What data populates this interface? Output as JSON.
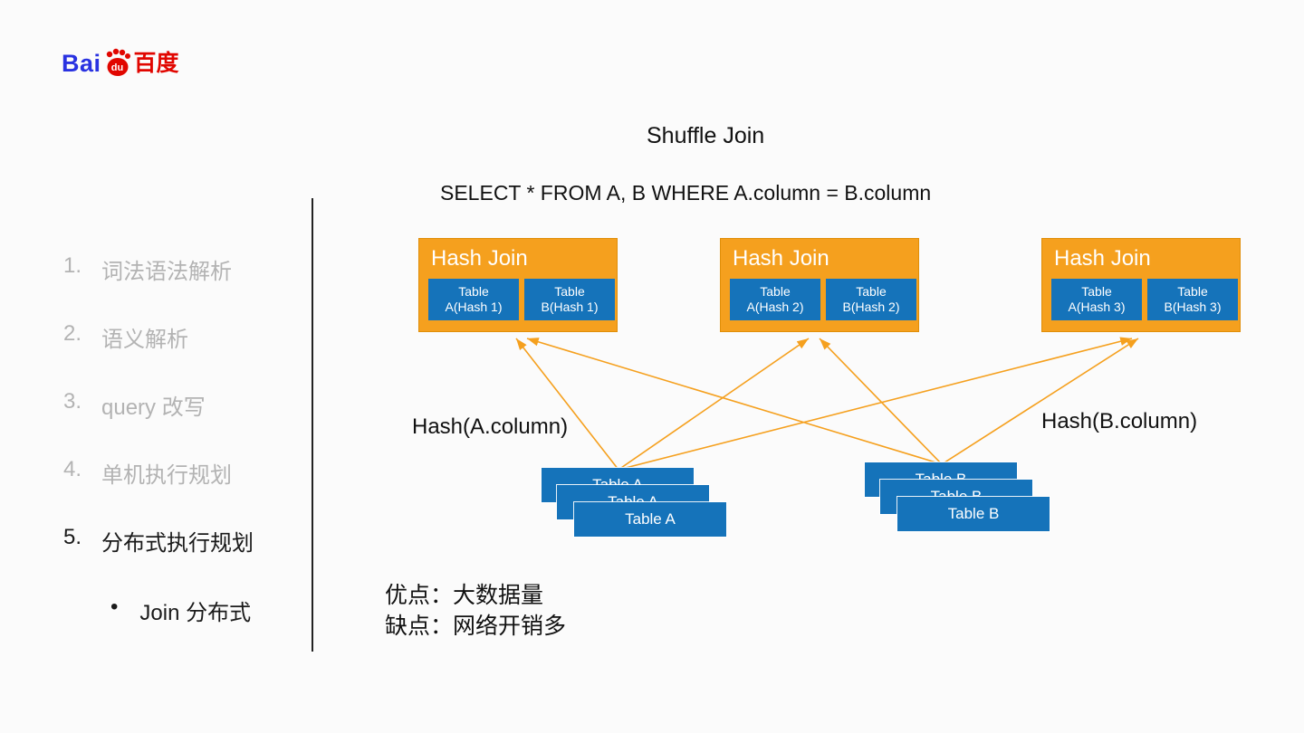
{
  "logo": {
    "bai": "Bai",
    "du": "du",
    "cn": "百度"
  },
  "colors": {
    "orange": "#F5A01E",
    "blue": "#1573BA",
    "inactive_gray": "#B3B3B3",
    "text_dark": "#1A1A1A",
    "baidu_blue": "#2932E1",
    "baidu_red": "#E10600"
  },
  "sidebar": {
    "items": [
      {
        "num": "1.",
        "label": "词法语法解析"
      },
      {
        "num": "2.",
        "label": "语义解析"
      },
      {
        "num": "3.",
        "label": "query 改写"
      },
      {
        "num": "4.",
        "label": "单机执行规划"
      },
      {
        "num": "5.",
        "label": "分布式执行规划"
      }
    ],
    "sub_item": {
      "bullet": "•",
      "label": "Join 分布式"
    }
  },
  "diagram": {
    "title": "Shuffle Join",
    "sql": "SELECT * FROM A, B WHERE A.column = B.column",
    "hash_joins": [
      {
        "title": "Hash Join",
        "left_line1": "Table",
        "left_line2": "A(Hash 1)",
        "right_line1": "Table",
        "right_line2": "B(Hash 1)"
      },
      {
        "title": "Hash Join",
        "left_line1": "Table",
        "left_line2": "A(Hash 2)",
        "right_line1": "Table",
        "right_line2": "B(Hash 2)"
      },
      {
        "title": "Hash Join",
        "left_line1": "Table",
        "left_line2": "A(Hash 3)",
        "right_line1": "Table",
        "right_line2": "B(Hash 3)"
      }
    ],
    "hash_label_left": "Hash(A.column)",
    "hash_label_right": "Hash(B.column)",
    "stack_a_label": "Table A",
    "stack_b_label": "Table B",
    "pros": "优点：大数据量",
    "cons": "缺点：网络开销多"
  }
}
